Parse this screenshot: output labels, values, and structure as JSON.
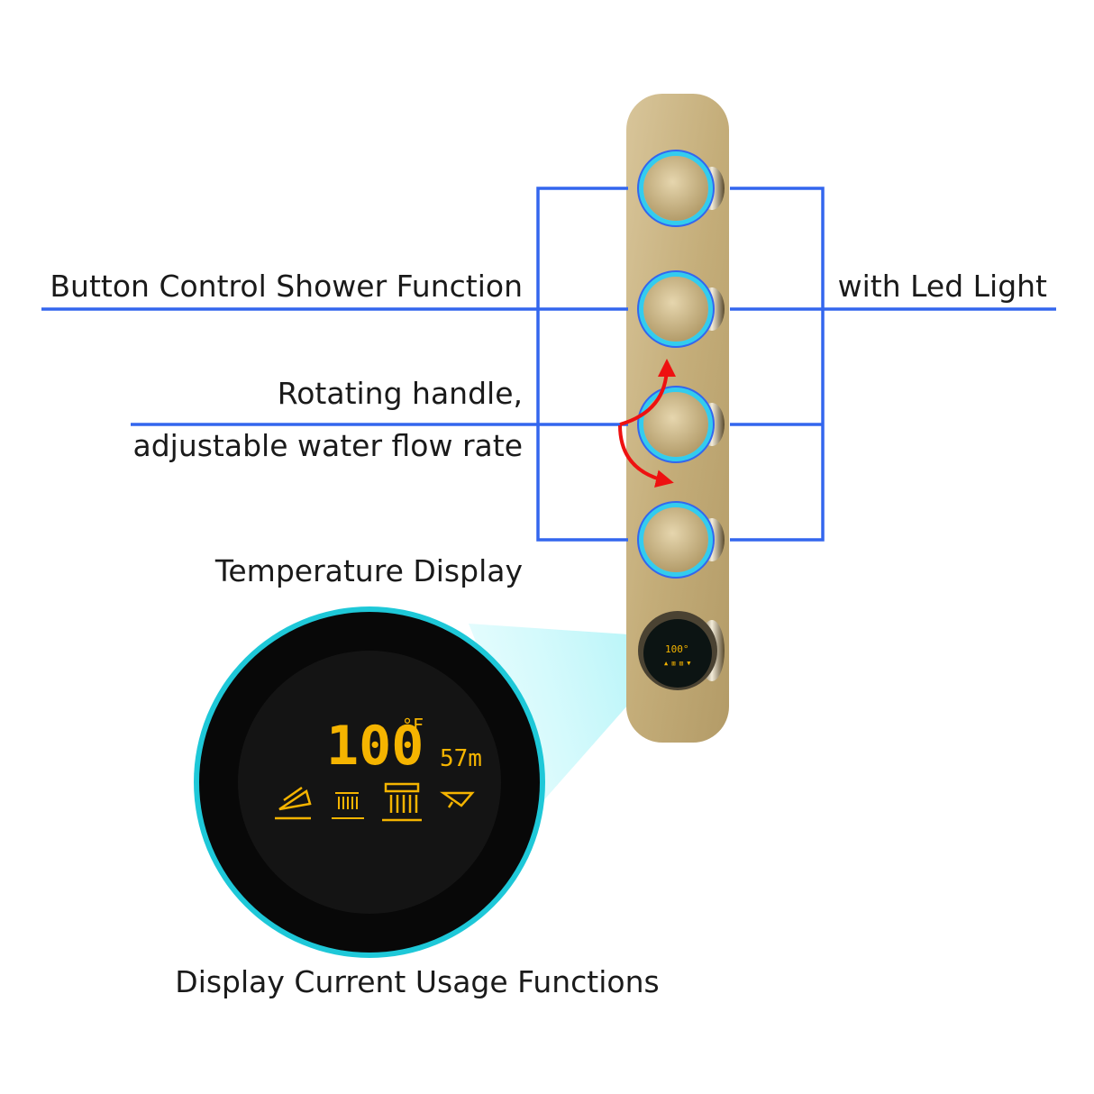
{
  "labels": {
    "button_control": "Button Control Shower Function",
    "led_light": "with Led Light",
    "rotating_line1": "Rotating handle,",
    "rotating_line2": "adjustable water flow rate",
    "temperature": "Temperature Display",
    "usage": "Display Current Usage Functions"
  },
  "display": {
    "temperature_value": "100",
    "temperature_unit": "°F",
    "timer": "57m"
  },
  "icons": [
    "handheld-shower-icon",
    "rain-shower-small-icon",
    "rain-shower-large-icon",
    "waterfall-spout-icon"
  ],
  "colors": {
    "leader_line": "#3366ee",
    "arrow": "#ee1111",
    "led_ring": "#33ccee",
    "panel": "#c9b27f",
    "lcd": "#f5b400",
    "display_bg": "#0d0d0d",
    "display_ring": "#1ec8d8"
  }
}
